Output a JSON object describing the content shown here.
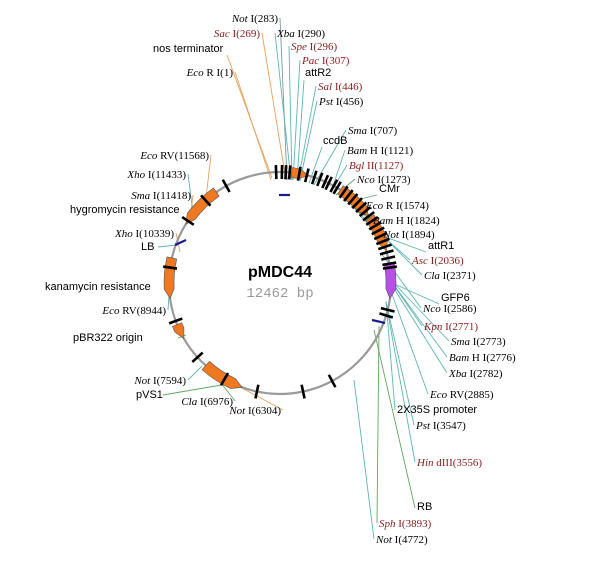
{
  "plasmid": {
    "name": "pMDC44",
    "size_label": "12462 bp",
    "total_bp": 12462
  },
  "colors": {
    "backbone": "#9a9a9a",
    "feature": "#f07820",
    "gfp": "#b84fe8",
    "border": "#1a1a8c",
    "site_black": "#000000",
    "site_red": "#8b1a1a",
    "leader_black": "#7a9a9a",
    "leader_teal": "#5fb4b4",
    "leader_orange": "#e8a060",
    "leader_green": "#5fa85f"
  },
  "sites": [
    {
      "enzyme": "Not",
      "rest": " I",
      "pos": 283,
      "paren": "(283)",
      "color": "black"
    },
    {
      "enzyme": "Sac",
      "rest": " I",
      "pos": 269,
      "paren": "(269)",
      "color": "red"
    },
    {
      "enzyme": "Xba",
      "rest": " I",
      "pos": 290,
      "paren": "(290)",
      "color": "black"
    },
    {
      "enzyme": "Spe",
      "rest": " I",
      "pos": 296,
      "paren": "(296)",
      "color": "red"
    },
    {
      "enzyme": "Pac",
      "rest": " I",
      "pos": 307,
      "paren": "(307)",
      "color": "red"
    },
    {
      "enzyme": "Eco",
      "rest": " R I",
      "pos": 1,
      "paren": "(1)",
      "color": "black"
    },
    {
      "enzyme": "Sal",
      "rest": " I",
      "pos": 446,
      "paren": "(446)",
      "color": "red"
    },
    {
      "enzyme": "Pst",
      "rest": " I",
      "pos": 456,
      "paren": "(456)",
      "color": "black"
    },
    {
      "enzyme": "Sma",
      "rest": " I",
      "pos": 707,
      "paren": "(707)",
      "color": "black"
    },
    {
      "enzyme": "Bam",
      "rest": " H I",
      "pos": 1121,
      "paren": "(1121)",
      "color": "black"
    },
    {
      "enzyme": "Bgl",
      "rest": " II",
      "pos": 1127,
      "paren": "(1127)",
      "color": "red"
    },
    {
      "enzyme": "Nco",
      "rest": " I",
      "pos": 1273,
      "paren": "(1273)",
      "color": "black"
    },
    {
      "enzyme": "Eco",
      "rest": " R I",
      "pos": 1574,
      "paren": "(1574)",
      "color": "black"
    },
    {
      "enzyme": "Bam",
      "rest": " H I",
      "pos": 1824,
      "paren": "(1824)",
      "color": "black"
    },
    {
      "enzyme": "Not",
      "rest": " I",
      "pos": 1894,
      "paren": "(1894)",
      "color": "black"
    },
    {
      "enzyme": "Asc",
      "rest": " I",
      "pos": 2036,
      "paren": "(2036)",
      "color": "red"
    },
    {
      "enzyme": "Cla",
      "rest": " I",
      "pos": 2371,
      "paren": "(2371)",
      "color": "black"
    },
    {
      "enzyme": "Nco",
      "rest": " I",
      "pos": 2586,
      "paren": "(2586)",
      "color": "black"
    },
    {
      "enzyme": "Kpn",
      "rest": " I",
      "pos": 2771,
      "paren": "(2771)",
      "color": "red"
    },
    {
      "enzyme": "Sma",
      "rest": " I",
      "pos": 2773,
      "paren": "(2773)",
      "color": "black"
    },
    {
      "enzyme": "Bam",
      "rest": " H I",
      "pos": 2776,
      "paren": "(2776)",
      "color": "black"
    },
    {
      "enzyme": "Xba",
      "rest": " I",
      "pos": 2782,
      "paren": "(2782)",
      "color": "black"
    },
    {
      "enzyme": "Eco",
      "rest": " RV",
      "pos": 2885,
      "paren": "(2885)",
      "color": "black"
    },
    {
      "enzyme": "Pst",
      "rest": " I",
      "pos": 3547,
      "paren": "(3547)",
      "color": "black"
    },
    {
      "enzyme": "Hin",
      "rest": " dIII",
      "pos": 3556,
      "paren": "(3556)",
      "color": "red"
    },
    {
      "enzyme": "Sph",
      "rest": " I",
      "pos": 3893,
      "paren": "(3893)",
      "color": "red"
    },
    {
      "enzyme": "Not",
      "rest": " I",
      "pos": 4772,
      "paren": "(4772)",
      "color": "black"
    },
    {
      "enzyme": "Not",
      "rest": " I",
      "pos": 6304,
      "paren": "(6304)",
      "color": "black"
    },
    {
      "enzyme": "Cla",
      "rest": " I",
      "pos": 6976,
      "paren": "(6976)",
      "color": "black"
    },
    {
      "enzyme": "Not",
      "rest": " I",
      "pos": 7594,
      "paren": "(7594)",
      "color": "black"
    },
    {
      "enzyme": "Eco",
      "rest": " RV",
      "pos": 8944,
      "paren": "(8944)",
      "color": "black"
    },
    {
      "enzyme": "Xho",
      "rest": " I",
      "pos": 10339,
      "paren": "(10339)",
      "color": "black"
    },
    {
      "enzyme": "Sma",
      "rest": " I",
      "pos": 11418,
      "paren": "(11418)",
      "color": "black"
    },
    {
      "enzyme": "Xho",
      "rest": " I",
      "pos": 11433,
      "paren": "(11433)",
      "color": "black"
    },
    {
      "enzyme": "Eco",
      "rest": " RV",
      "pos": 11568,
      "paren": "(11568)",
      "color": "black"
    }
  ],
  "feature_labels": {
    "nos_terminator": "nos terminator",
    "attR2": "attR2",
    "ccdB": "ccdB",
    "CMr": "CMr",
    "attR1": "attR1",
    "GFP6": "GFP6",
    "promoter_2x35s": "2X35S promoter",
    "RB": "RB",
    "hygromycin": "hygromycin resistance",
    "LB": "LB",
    "kanamycin": "kanamycin resistance",
    "pBR322": "pBR322 origin",
    "pVS1": "pVS1"
  }
}
